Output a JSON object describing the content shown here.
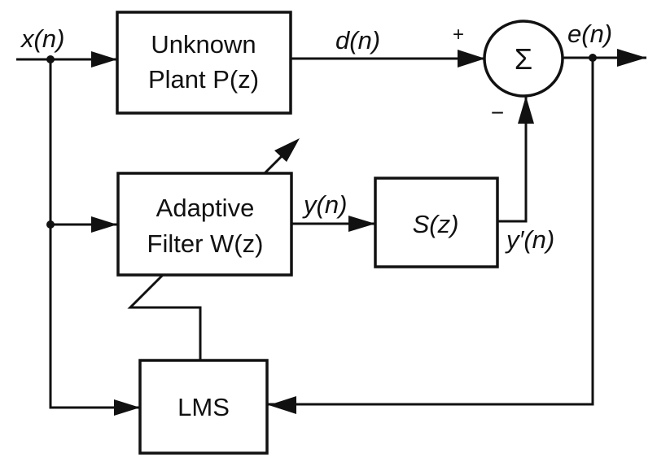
{
  "blocks": {
    "plant": {
      "line1": "Unknown",
      "line2": "Plant P(z)"
    },
    "adaptive": {
      "line1": "Adaptive",
      "line2": "Filter W(z)"
    },
    "secondary": {
      "label": "S(z)"
    },
    "lms": {
      "label": "LMS"
    },
    "summer": {
      "symbol": "Σ",
      "plus": "+",
      "minus": "−"
    }
  },
  "signals": {
    "input": "x(n)",
    "desired": "d(n)",
    "error": "e(n)",
    "filter_output": "y(n)",
    "secondary_output": "y′(n)"
  }
}
